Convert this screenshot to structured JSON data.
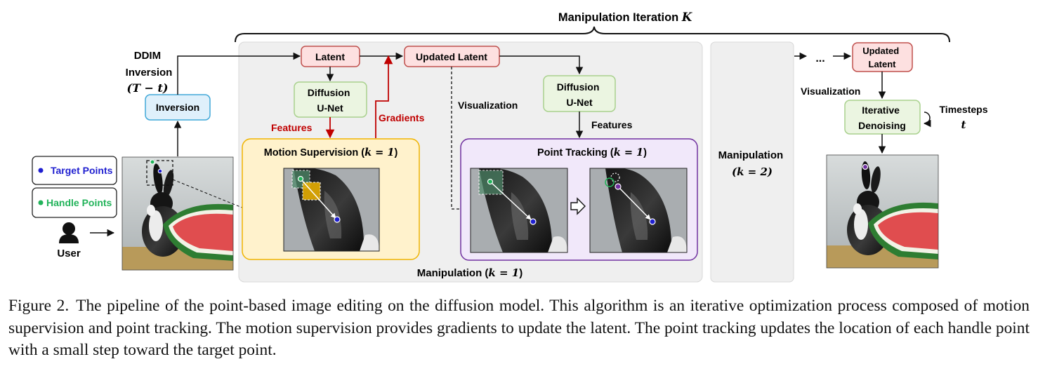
{
  "header": {
    "title_text": "Manipulation Iteration ",
    "title_var": "K"
  },
  "inversion": {
    "title_lines": [
      "DDIM",
      "Inversion"
    ],
    "timestep": "(T − t)",
    "box_label": "Inversion"
  },
  "user": {
    "target_points": "Target Points",
    "handle_points": "Handle Points",
    "label": "User"
  },
  "stage1": {
    "latent": "Latent",
    "updated_latent": "Updated Latent",
    "unet_lines": [
      "Diffusion",
      "U-Net"
    ],
    "features": "Features",
    "gradients": "Gradients",
    "visualization": "Visualization",
    "unet2_lines": [
      "Diffusion",
      "U-Net"
    ],
    "features2": "Features",
    "motion_title": "Motion Supervision (",
    "tracking_title": "Point Tracking (",
    "k_eq_1": "k = 1",
    "close_paren": ")",
    "region_label": "Manipulation ("
  },
  "stage2": {
    "label_line1": "Manipulation",
    "label_line2": "(k = 2)"
  },
  "output": {
    "ellipsis": "...",
    "updated_latent_lines": [
      "Updated",
      "Latent"
    ],
    "visualization": "Visualization",
    "denoise_lines": [
      "Iterative",
      "Denoising"
    ],
    "timesteps": "Timesteps",
    "t_var": "t"
  },
  "caption": {
    "label": "Figure 2.",
    "text": "The pipeline of the point-based image editing on the diffusion model. This algorithm is an iterative optimization process composed of motion supervision and point tracking. The motion supervision provides gradients to update the latent. The point tracking updates the location of each handle point with a small step toward the target point."
  },
  "colors": {
    "latent_fill": "#fde0e0",
    "latent_stroke": "#c0504d",
    "unet_fill": "#ebf5e1",
    "unet_stroke": "#a9d18e",
    "inversion_fill": "#dff0fb",
    "inversion_stroke": "#41a8d8",
    "motion_fill": "#fff2cc",
    "motion_stroke": "#f0b400",
    "tracking_fill": "#f1e8fa",
    "tracking_stroke": "#7030a0",
    "region_fill": "#efefef",
    "red_arrow": "#c00000",
    "target_point": "#1f1fd0",
    "handle_point": "#22b35a",
    "moved_point": "#7030a0"
  }
}
